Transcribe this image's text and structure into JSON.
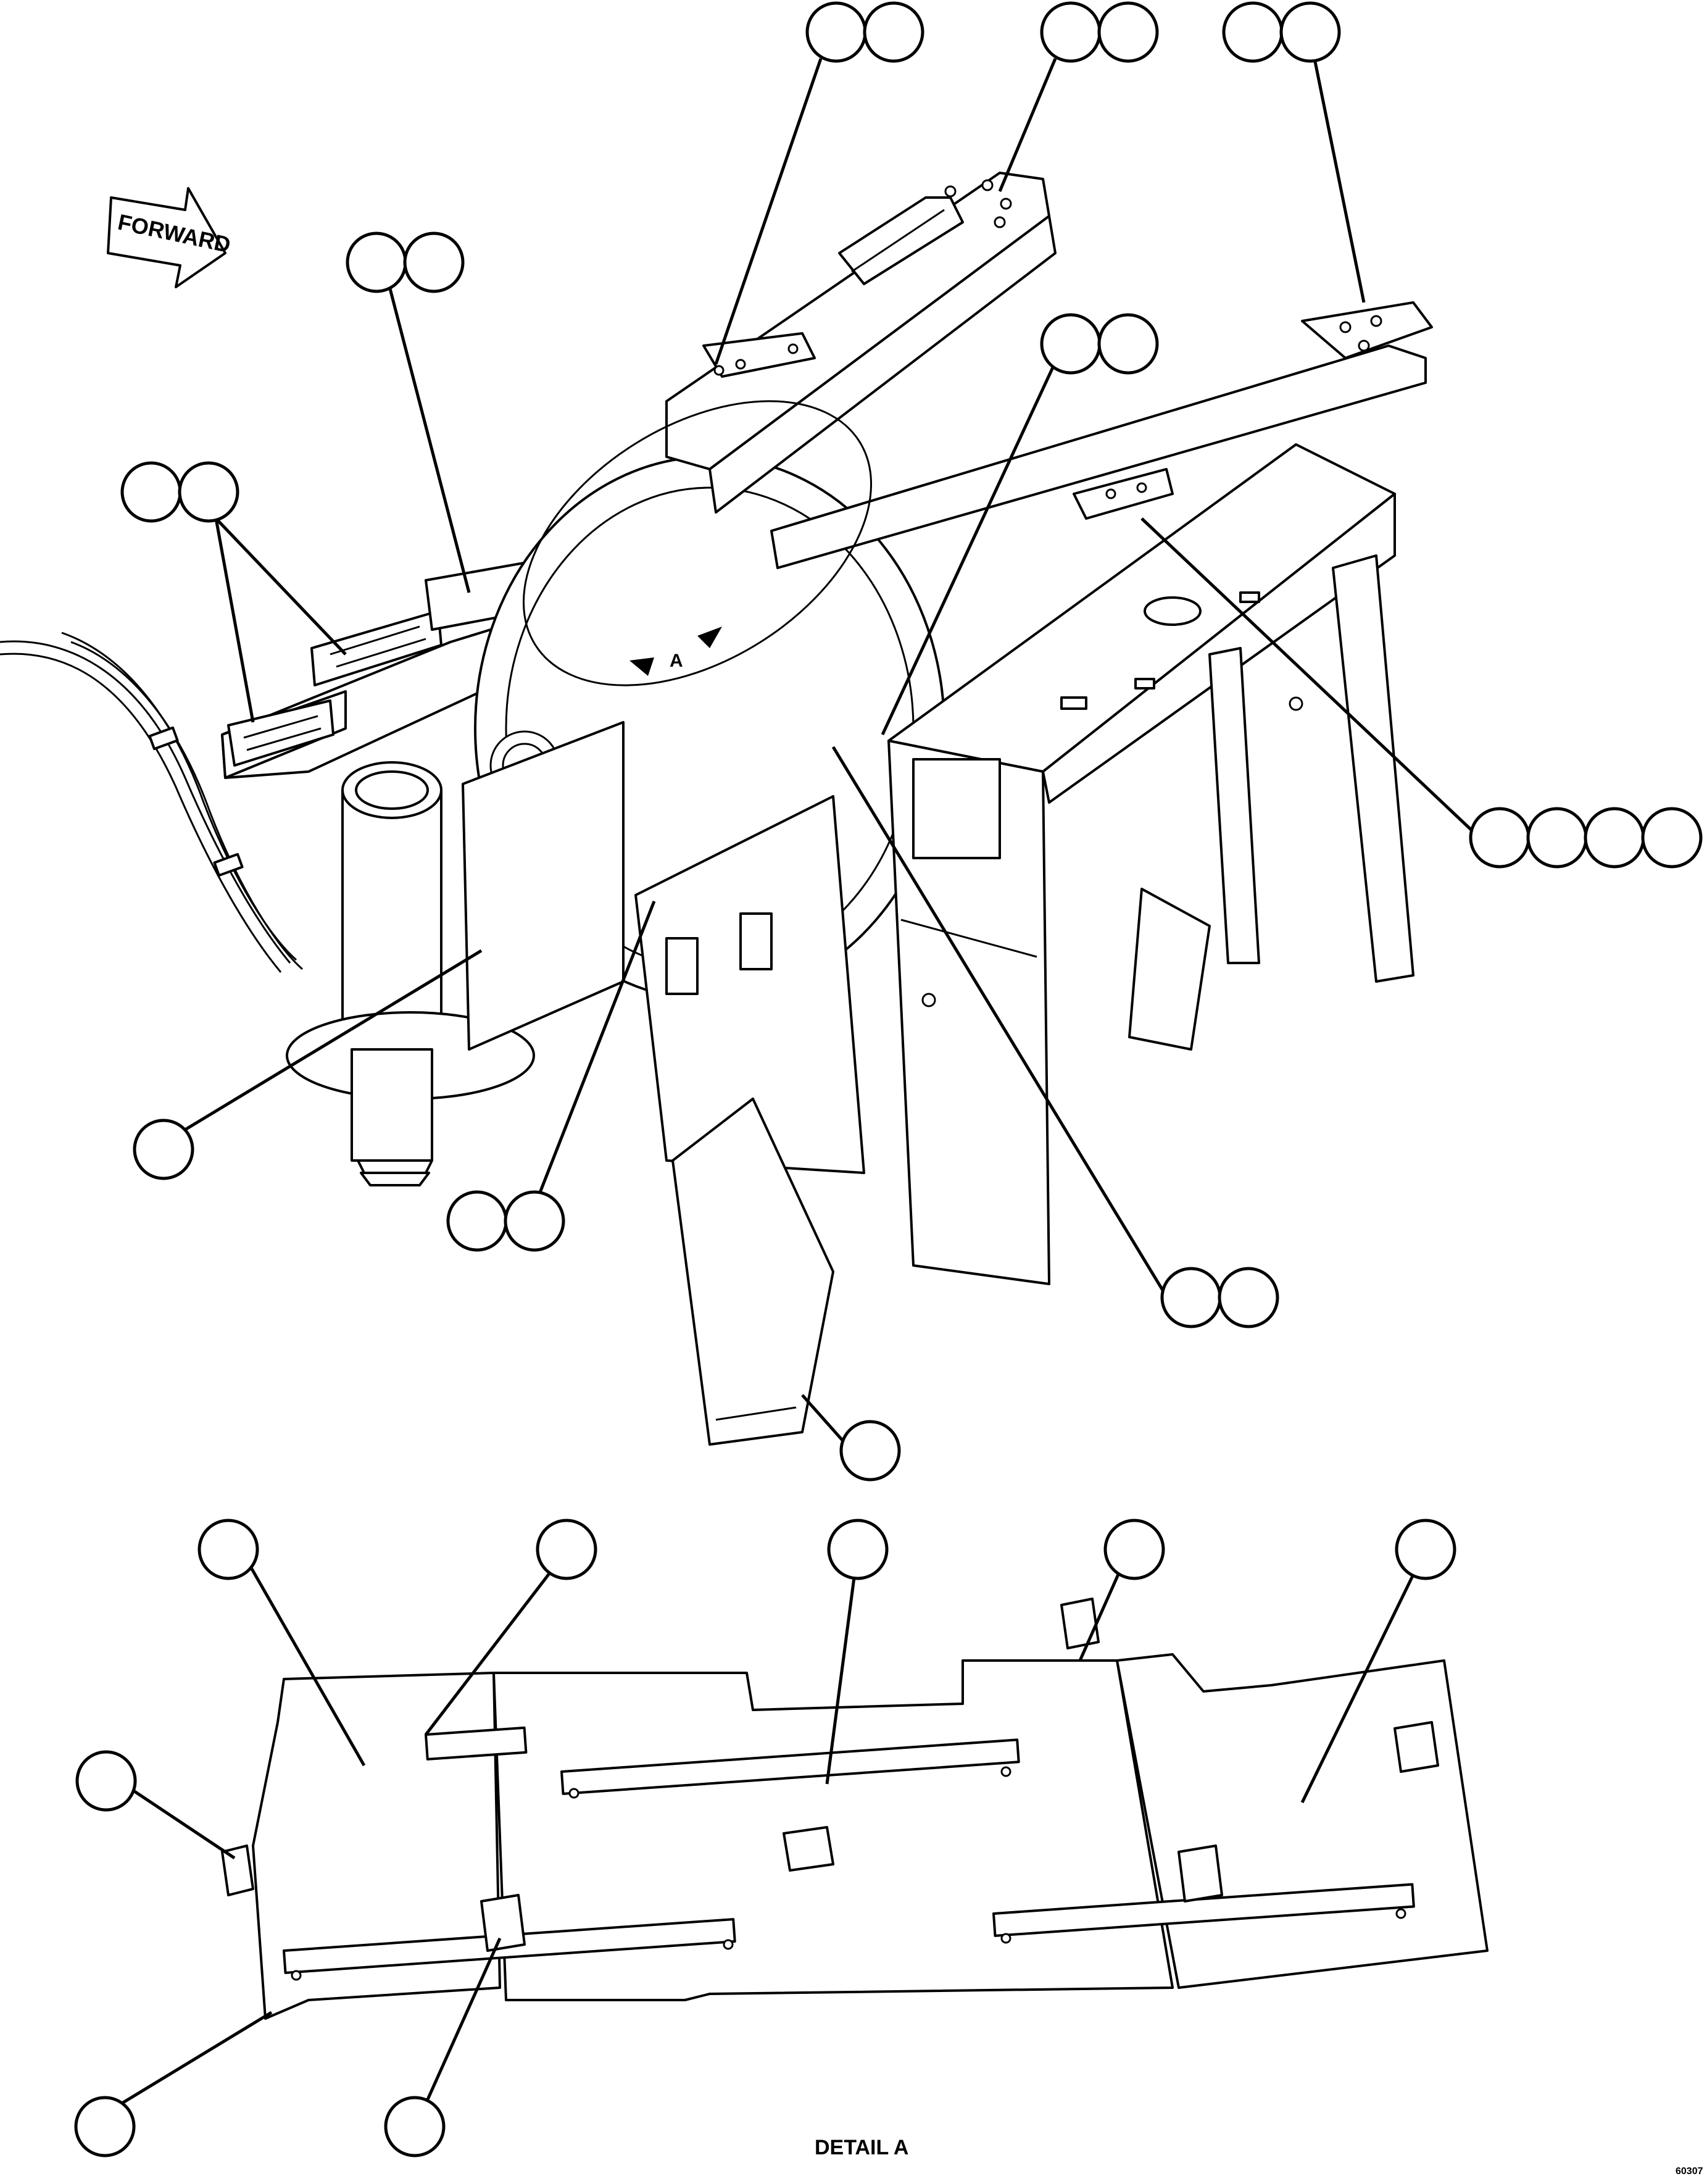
{
  "direction_arrow": {
    "label": "FORWARD"
  },
  "view_marker": {
    "label": "A"
  },
  "detail_title": "DETAIL A",
  "drawing_number": "60307",
  "callouts": {
    "main_view_groups": [
      {
        "id": "top-left-pair",
        "circles": 2
      },
      {
        "id": "top-center-pair",
        "circles": 2
      },
      {
        "id": "top-right-pair",
        "circles": 2
      },
      {
        "id": "upper-left-pair",
        "circles": 2
      },
      {
        "id": "center-pair",
        "circles": 2
      },
      {
        "id": "left-pair",
        "circles": 2
      },
      {
        "id": "right-quad",
        "circles": 4
      },
      {
        "id": "lower-left-single",
        "circles": 1
      },
      {
        "id": "lower-center-pair",
        "circles": 2
      },
      {
        "id": "lower-right-pair",
        "circles": 2
      },
      {
        "id": "bottom-single",
        "circles": 1
      }
    ],
    "detail_view_groups": [
      {
        "id": "detail-top-1",
        "circles": 1
      },
      {
        "id": "detail-top-2",
        "circles": 1
      },
      {
        "id": "detail-top-3",
        "circles": 1
      },
      {
        "id": "detail-top-4",
        "circles": 1
      },
      {
        "id": "detail-top-5",
        "circles": 1
      },
      {
        "id": "detail-left",
        "circles": 1
      },
      {
        "id": "detail-bottom-1",
        "circles": 1
      },
      {
        "id": "detail-bottom-2",
        "circles": 1
      }
    ]
  },
  "colors": {
    "line": "#000000",
    "background": "#ffffff"
  }
}
